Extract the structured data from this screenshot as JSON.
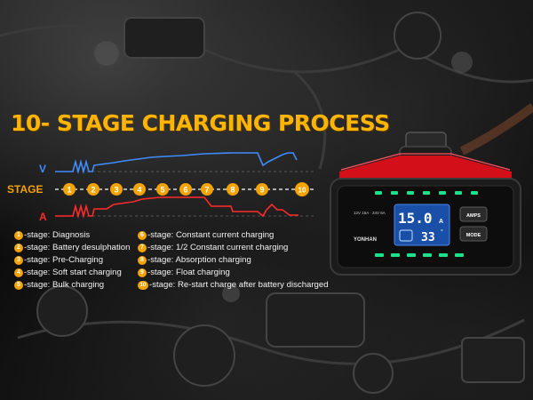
{
  "title": "10- STAGE CHARGING PROCESS",
  "chart_labels": {
    "voltage": "V",
    "stage": "STAGE",
    "current": "A"
  },
  "stage_markers": [
    "1",
    "2",
    "3",
    "4",
    "5",
    "6",
    "7",
    "8",
    "9",
    "10"
  ],
  "legend_left": [
    {
      "n": "1",
      "text": "-stage: Diagnosis"
    },
    {
      "n": "2",
      "text": "-stage: Battery desulphation"
    },
    {
      "n": "3",
      "text": "-stage: Pre-Charging"
    },
    {
      "n": "4",
      "text": "-stage: Soft start charging"
    },
    {
      "n": "5",
      "text": "-stage: Bulk charging"
    }
  ],
  "legend_right": [
    {
      "n": "6",
      "text": "-stage: Constant current charging"
    },
    {
      "n": "7",
      "text": "-stage: 1/2 Constant current charging"
    },
    {
      "n": "8",
      "text": "-stage: Absorption charging"
    },
    {
      "n": "9",
      "text": "-stage: Float charging"
    },
    {
      "n": "10",
      "text": "-stage: Re-start charge after battery discharged"
    }
  ],
  "device": {
    "brand": "YONHAN",
    "spec": "12V 15A · 24V 6A",
    "current_reading": "15.0",
    "current_unit": "A",
    "temp_reading": "33",
    "temp_unit": "°",
    "amps_button": "AMPS",
    "mode_button": "MODE"
  },
  "colors": {
    "title": "#ffb400",
    "voltage_line": "#3f8cff",
    "current_line": "#ff2a2a",
    "stage_marker": "#f5a300",
    "device_red": "#d3101a"
  }
}
